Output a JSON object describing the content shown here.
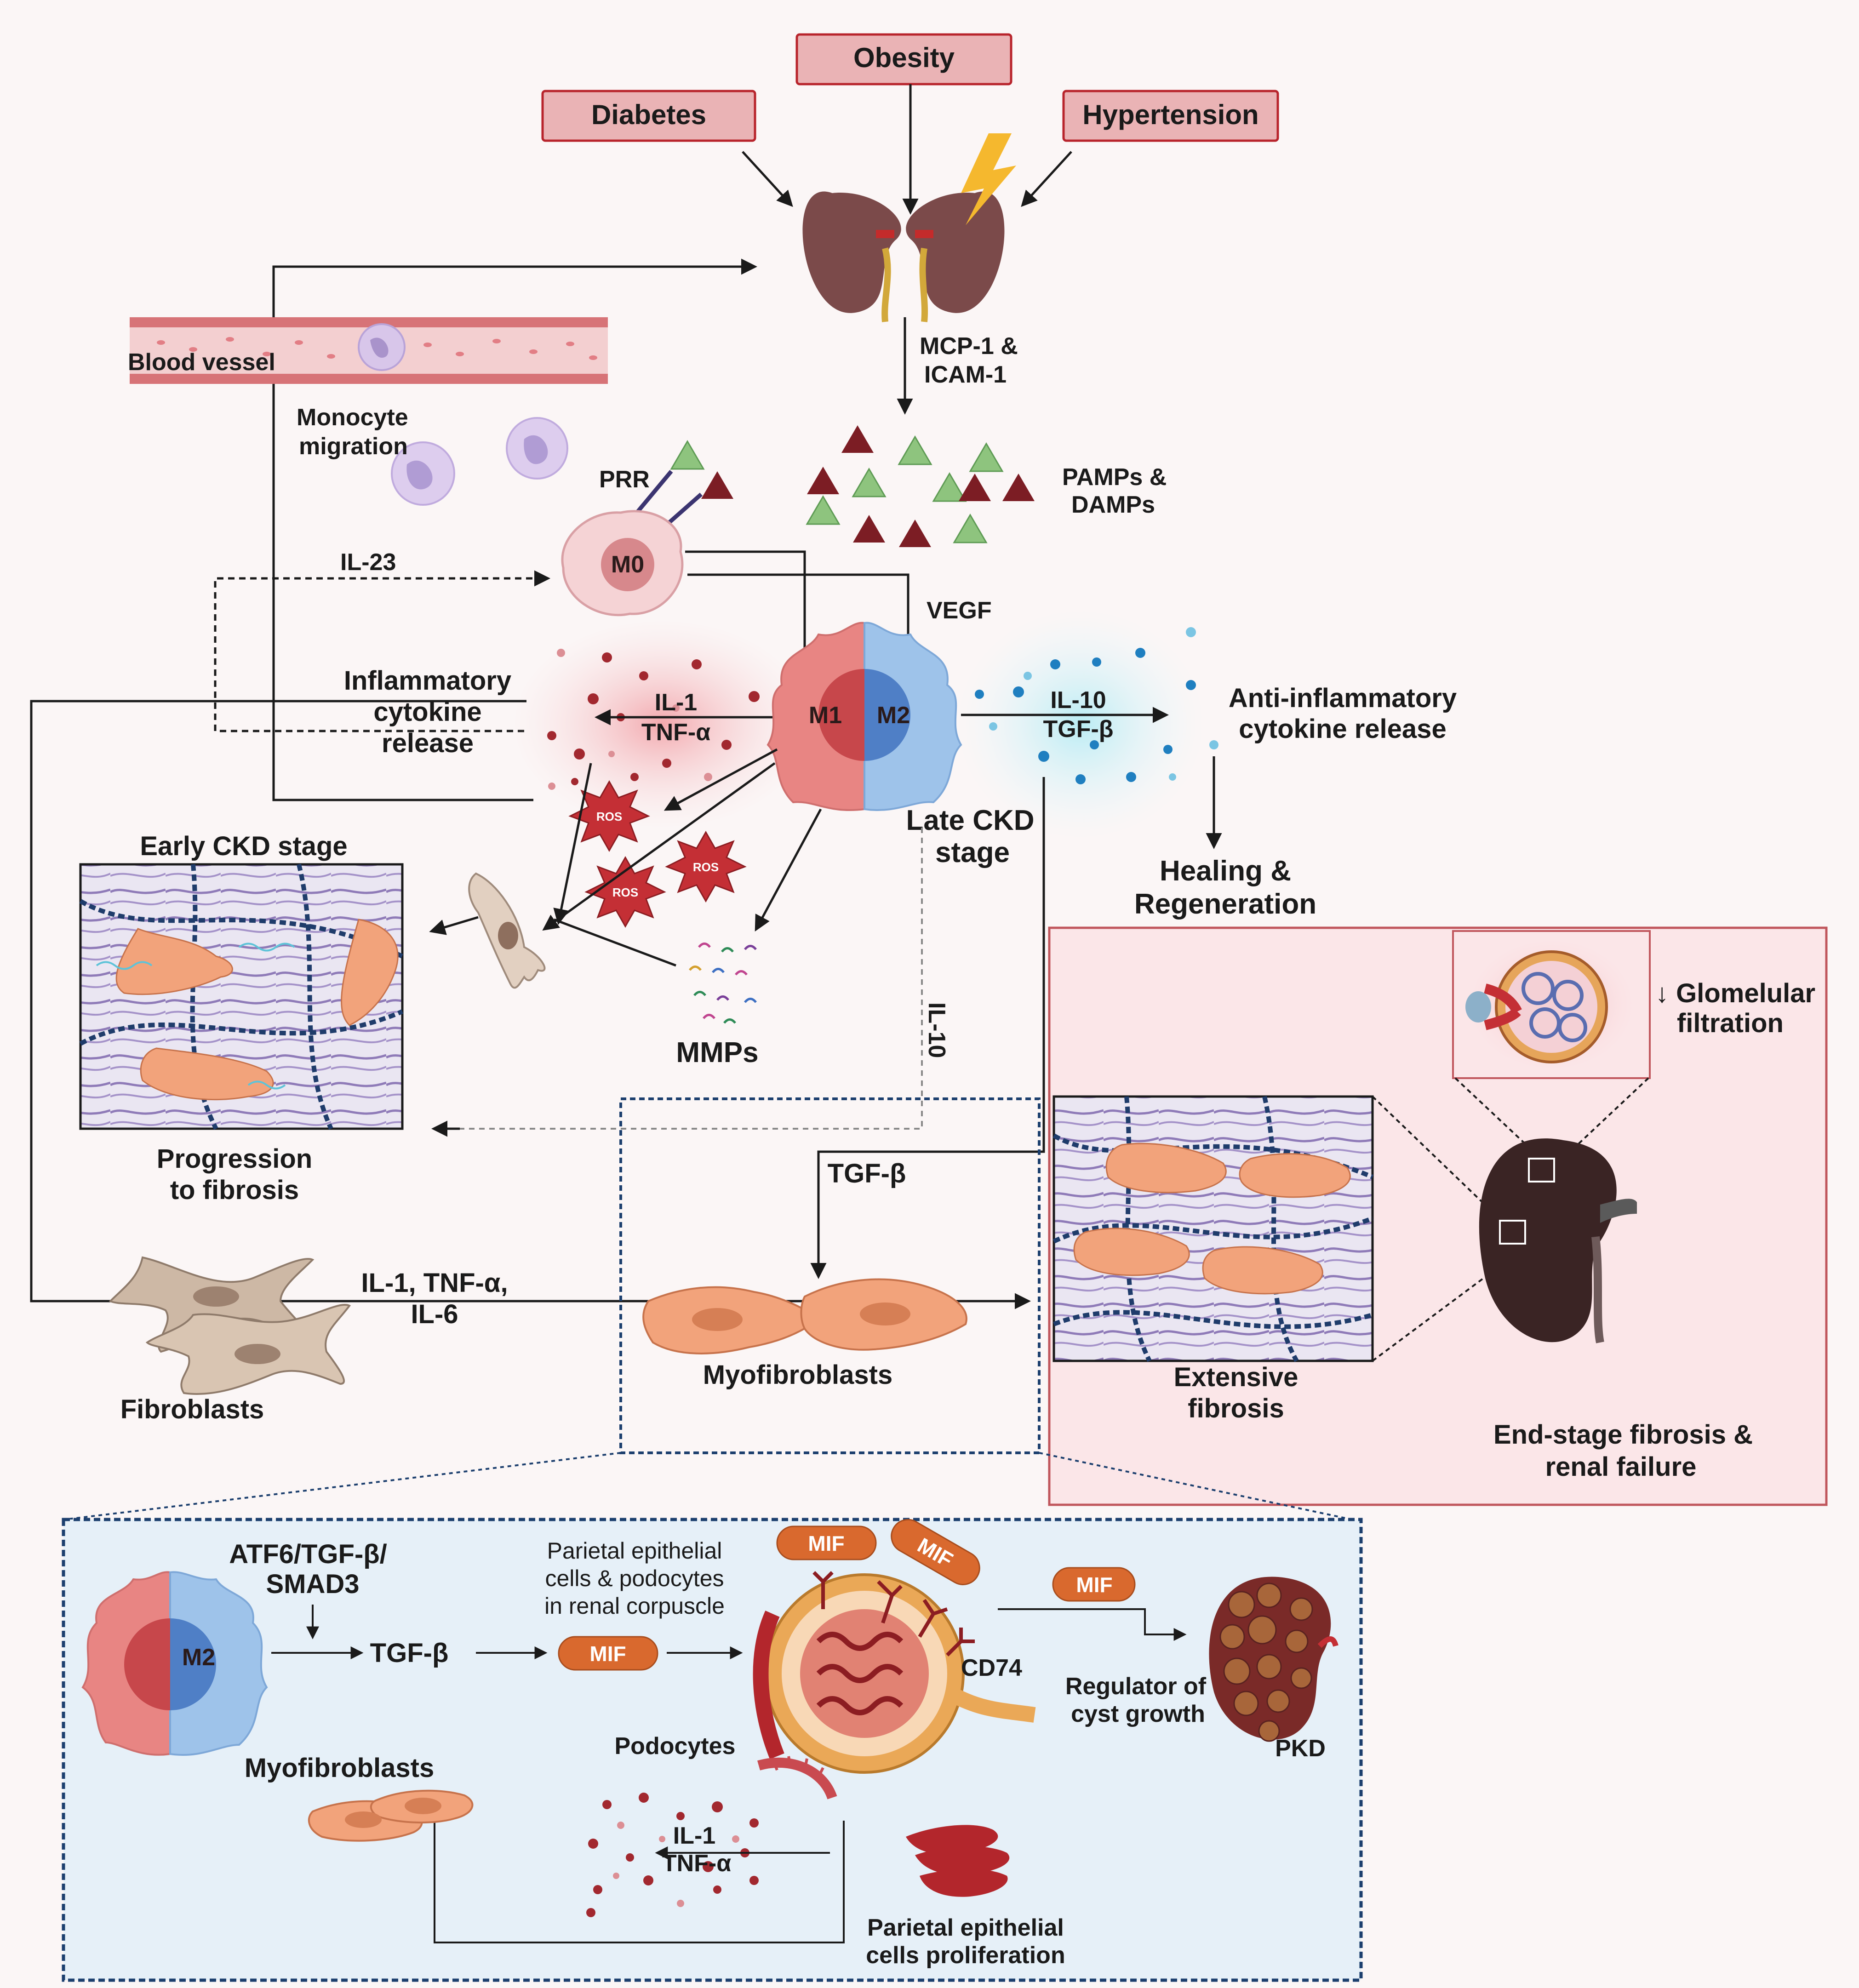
{
  "risk_factors": {
    "obesity": "Obesity",
    "diabetes": "Diabetes",
    "hypertension": "Hypertension"
  },
  "labels": {
    "mcp1_line1": "MCP-1 &",
    "mcp1_line2": "ICAM-1",
    "blood_vessel": "Blood vessel",
    "monocyte_line1": "Monocyte",
    "monocyte_line2": "migration",
    "prr": "PRR",
    "pamps_line1": "PAMPs &",
    "pamps_line2": "DAMPs",
    "il23": "IL-23",
    "m0": "M0",
    "vegf": "VEGF",
    "m1": "M1",
    "m2": "M2",
    "inflam_line1": "Inflammatory",
    "inflam_line2": "cytokine",
    "inflam_line3": "release",
    "il1": "IL-1",
    "tnfa": "TNF-α",
    "il10": "IL-10",
    "tgfb": "TGF-β",
    "anti_line1": "Anti-inflammatory",
    "anti_line2": "cytokine release",
    "ros": "ROS",
    "late_line1": "Late CKD",
    "late_line2": "stage",
    "healing_line1": "Healing &",
    "healing_line2": "Regeneration",
    "early_ckd": "Early CKD stage",
    "mmps": "MMPs",
    "il10_vertical": "IL-10",
    "progression_line1": "Progression",
    "progression_line2": "to fibrosis",
    "tgfb_mid": "TGF-β",
    "cytokines_line1": "IL-1, TNF-α,",
    "cytokines_line2": "IL-6",
    "fibroblasts": "Fibroblasts",
    "myofibroblasts": "Myofibroblasts",
    "extensive_line1": "Extensive",
    "extensive_line2": "fibrosis",
    "glomerular_line1": "↓ Glomelular",
    "glomerular_line2": "filtration",
    "endstage_line1": "End-stage fibrosis &",
    "endstage_line2": "renal failure"
  },
  "bottom": {
    "atf6_line1": "ATF6/TGF-β/",
    "atf6_line2": "SMAD3",
    "tgfb": "TGF-β",
    "mif": "MIF",
    "parietal_line1": "Parietal epithelial",
    "parietal_line2": "cells & podocytes",
    "parietal_line3": "in renal corpuscle",
    "m2": "M2",
    "cd74": "CD74",
    "regulator_line1": "Regulator of",
    "regulator_line2": "cyst growth",
    "pkd": "PKD",
    "podocytes": "Podocytes",
    "myofibroblasts": "Myofibroblasts",
    "il1": "IL-1",
    "tnfa": "TNF-α",
    "proliferation_line1": "Parietal epithelial",
    "proliferation_line2": "cells proliferation"
  },
  "colors": {
    "risk_fill": "#eab3b5",
    "risk_stroke": "#b8242c",
    "mif_fill": "#d9692e",
    "m1_fill": "#e88583",
    "m2_fill": "#9ec3ea",
    "fibroblast_fill": "#f2a37b",
    "kidney_fill": "#7b4a4a",
    "dashed_blue": "#1c3f6e"
  }
}
